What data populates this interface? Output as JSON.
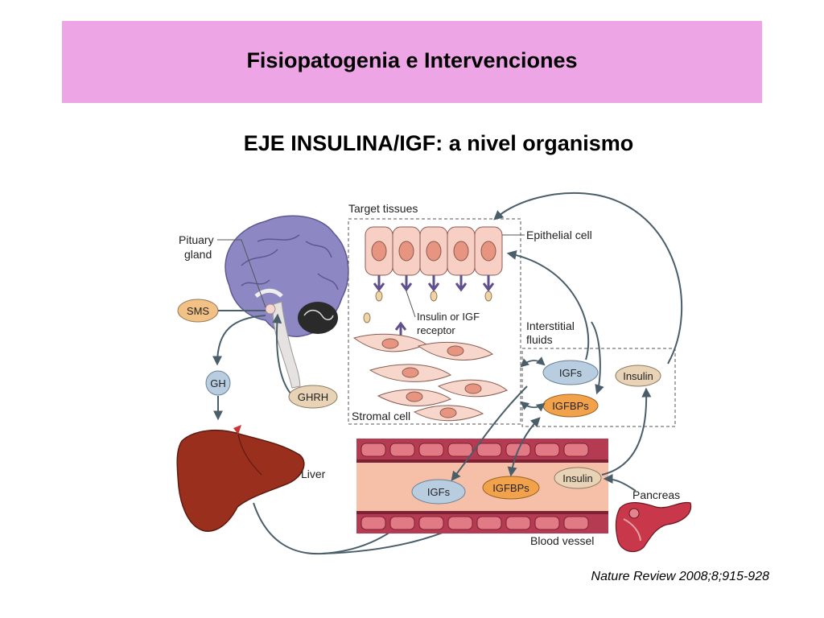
{
  "slide": {
    "title": "Fisiopatogenia e Intervenciones",
    "subtitle": "EJE INSULINA/IGF: a nivel organismo",
    "citation": "Nature Review 2008;8;915-928"
  },
  "colors": {
    "banner": "#eea5e6",
    "brain": "#8d88c4",
    "liver": "#9b2f1e",
    "vessel_wall": "#b43b52",
    "vessel_lumen": "#f6c0a8",
    "igfs_pill": "#b9cde0",
    "igfbps_pill": "#f2a24a",
    "insulin_pill": "#e8d3b6",
    "arrow": "#4a5e6a"
  },
  "diagram": {
    "pituitary_label_1": "Pituary",
    "pituitary_label_2": "gland",
    "sms": "SMS",
    "gh": "GH",
    "ghrh": "GHRH",
    "liver": "Liver",
    "target_tissues": "Target tissues",
    "epithelial_cell": "Epithelial cell",
    "receptor_label_1": "Insulin or IGF",
    "receptor_label_2": "receptor",
    "interstitial_1": "Interstitial",
    "interstitial_2": "fluids",
    "stromal_cell": "Stromal cell",
    "igfs_interstitial": "IGFs",
    "igfbps_interstitial": "IGFBPs",
    "insulin_interstitial": "Insulin",
    "igfs_blood": "IGFs",
    "igfbps_blood": "IGFBPs",
    "insulin_blood": "Insulin",
    "pancreas": "Pancreas",
    "blood_vessel": "Blood vessel"
  }
}
